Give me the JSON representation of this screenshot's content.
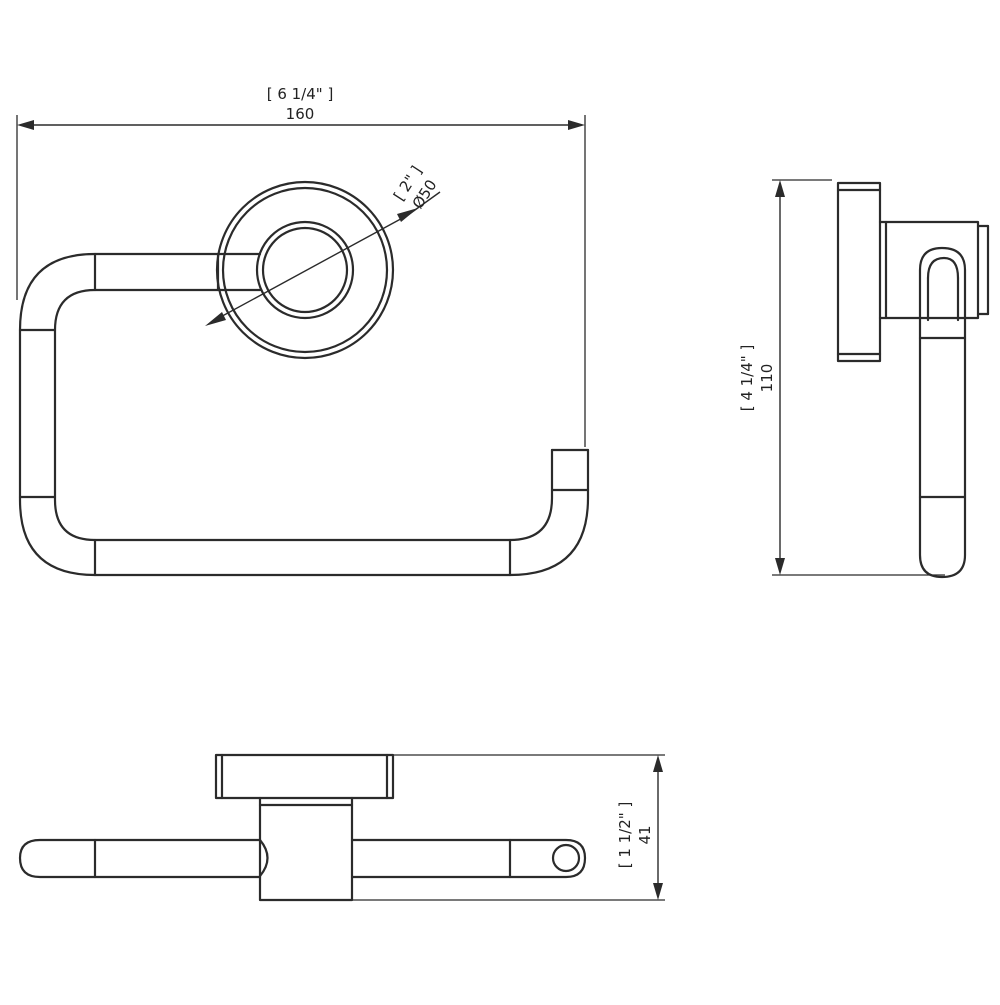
{
  "drawing": {
    "front_view": {
      "width_dimension": {
        "imperial": "[ 6 1/4\" ]",
        "metric": "160"
      },
      "diameter_dimension": {
        "imperial": "[ 2\" ]",
        "metric": "Ø50"
      }
    },
    "side_view": {
      "height_dimension": {
        "imperial": "[ 4 1/4\" ]",
        "metric": "110"
      }
    },
    "top_view": {
      "depth_dimension": {
        "imperial": "[ 1 1/2\" ]",
        "metric": "41"
      }
    }
  }
}
